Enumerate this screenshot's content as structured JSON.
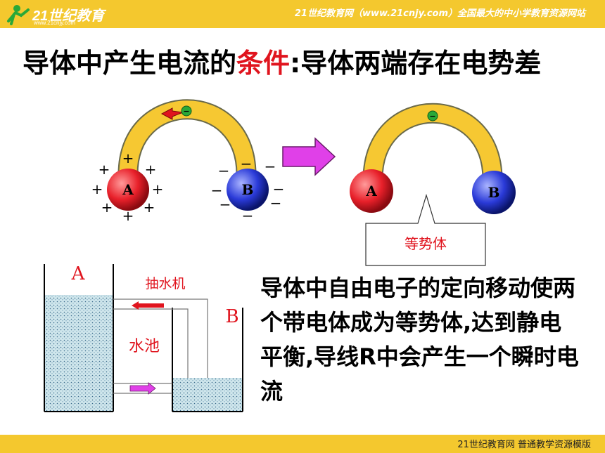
{
  "header": {
    "logo_text": "21世纪教育",
    "logo_sub": "www.21cnjy.com",
    "slogan": "21世纪教育网（www.21cnjy.com）全国最大的中小学教育资源网站"
  },
  "footer": {
    "text": "21世纪教育网    普通教学资源模版"
  },
  "title": {
    "part1": "导体中产生电流的",
    "highlight": "条件",
    "part2": ":导体两端存在电势差"
  },
  "diagram_left": {
    "sphere_a_label": "A",
    "sphere_b_label": "B",
    "electron_symbol": "−",
    "plus_sign": "+",
    "minus_sign": "−"
  },
  "diagram_right": {
    "sphere_a_label": "A",
    "sphere_b_label": "B",
    "electron_symbol": "−",
    "callout_text": "等势体"
  },
  "water_diagram": {
    "label_a": "A",
    "label_b": "B",
    "pump_label": "抽水机",
    "pool_label": "水池"
  },
  "paragraph": "导体中自由电子的定向移动使两个带电体成为等势体,达到静电平衡,导线R中会产生一个瞬时电流",
  "colors": {
    "bar": "#f4c82e",
    "accent_red": "#e0141e",
    "sphere_a": "#e8202a",
    "sphere_b": "#2a3ad8",
    "bridge": "#f6c832",
    "arrow": "#e040e8"
  }
}
